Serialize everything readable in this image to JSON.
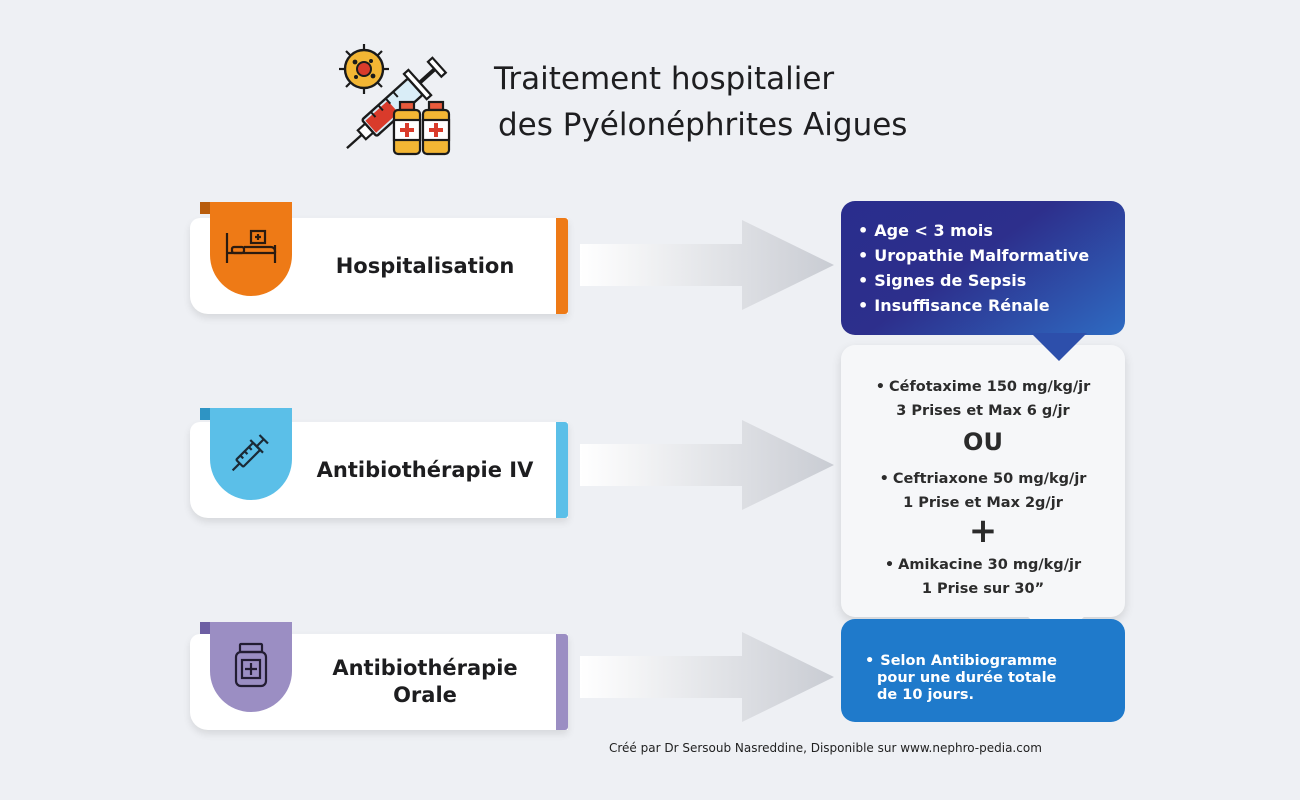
{
  "header": {
    "title_line1": "Traitement hospitalier",
    "title_line2": "des Pyélonéphrites Aigues",
    "icon": "syringe-vials-virus-icon"
  },
  "steps": [
    {
      "label": "Hospitalisation",
      "icon": "hospital-bed-icon",
      "color": "#ee7a16"
    },
    {
      "label": "Antibiothérapie IV",
      "icon": "syringe-icon",
      "color": "#5bbfe8"
    },
    {
      "label_line1": "Antibiothérapie",
      "label_line2": "Orale",
      "icon": "medicine-bottle-icon",
      "color": "#9b8ec3"
    }
  ],
  "hospitalisation_criteria": [
    "Age < 3 mois",
    "Uropathie Malformative",
    "Signes de Sepsis",
    "Insuffisance Rénale"
  ],
  "iv_treatment": {
    "drug1_line1": "Céfotaxime 150 mg/kg/jr",
    "drug1_line2": "3 Prises et Max 6 g/jr",
    "or": "OU",
    "drug2_line1": "Ceftriaxone 50 mg/kg/jr",
    "drug2_line2": "1 Prise et Max 2g/jr",
    "plus": "+",
    "drug3_line1": "Amikacine 30 mg/kg/jr",
    "drug3_line2": "1 Prise sur 30”"
  },
  "oral_treatment": {
    "line1": "Selon Antibiogramme",
    "line2": "pour une durée totale",
    "line3": "de 10 jours."
  },
  "colors": {
    "background": "#eef0f4",
    "criteria_panel": "#2d2f8c",
    "oral_panel": "#1f7acb"
  },
  "footer": {
    "credit": "Créé par Dr Sersoub Nasreddine, Disponible sur www.nephro-pedia.com"
  }
}
